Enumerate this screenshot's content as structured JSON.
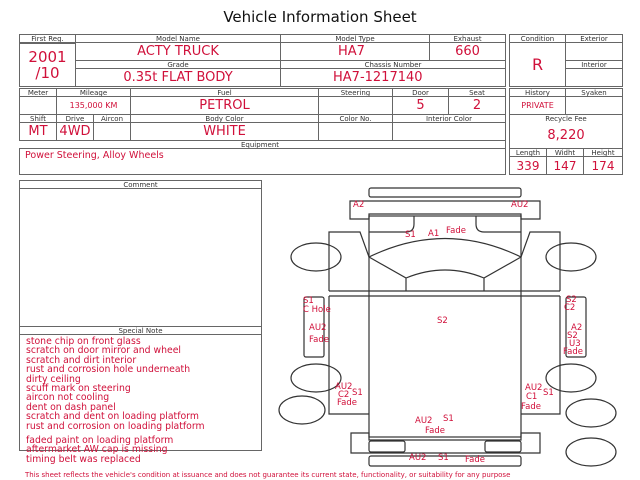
{
  "title": "Vehicle Information Sheet",
  "main": {
    "first_reg": {
      "label": "First Reg.",
      "value_line1": "2001",
      "value_line2": "/10"
    },
    "model_name": {
      "label": "Model Name",
      "value": "ACTY TRUCK"
    },
    "model_type": {
      "label": "Model Type",
      "value": "HA7"
    },
    "exhaust": {
      "label": "Exhaust",
      "value": "660"
    },
    "grade": {
      "label": "Grade",
      "value": "0.35t FLAT BODY"
    },
    "chassis": {
      "label": "Chassis Number",
      "value": "HA7-1217140"
    },
    "meter": {
      "label": "Meter",
      "value": ""
    },
    "mileage": {
      "label": "Mileage",
      "value": "135,000 KM"
    },
    "fuel": {
      "label": "Fuel",
      "value": "PETROL"
    },
    "steering": {
      "label": "Steering",
      "value": ""
    },
    "door": {
      "label": "Door",
      "value": "5"
    },
    "seat": {
      "label": "Seat",
      "value": "2"
    },
    "shift": {
      "label": "Shift",
      "value": "MT"
    },
    "drive": {
      "label": "Drive",
      "value": "4WD"
    },
    "aircon": {
      "label": "Aircon",
      "value": ""
    },
    "body_color": {
      "label": "Body Color",
      "value": "WHITE"
    },
    "color_no": {
      "label": "Color No.",
      "value": ""
    },
    "interior_color": {
      "label": "Interior Color",
      "value": ""
    },
    "equipment": {
      "label": "Equipment",
      "value": "Power Steering, Alloy Wheels"
    }
  },
  "side": {
    "condition": {
      "label": "Condition",
      "value": "R"
    },
    "exterior": {
      "label": "Exterior",
      "value": ""
    },
    "interior": {
      "label": "Interior",
      "value": ""
    },
    "history": {
      "label": "History",
      "value": "PRIVATE"
    },
    "syaken": {
      "label": "Syaken",
      "value": ""
    },
    "recycle_fee": {
      "label": "Recycle Fee",
      "value": "8,220"
    },
    "length": {
      "label": "Length",
      "value": "339"
    },
    "width": {
      "label": "Widht",
      "value": "147"
    },
    "height": {
      "label": "Height",
      "value": "174"
    }
  },
  "comment": {
    "label": "Comment"
  },
  "special_note": {
    "label": "Special Note",
    "items": [
      "stone chip on front glass",
      "scratch on door mirror and wheel",
      "scratch and dirt interior",
      "rust and corrosion hole underneath",
      "dirty ceiling",
      "scuff mark on steering",
      "aircon not cooling",
      "dent on dash panel",
      "scratch and dent on loading platform",
      "rust and corrosion on loading platform",
      "",
      "faded paint on loading platform",
      "aftermarket AW cap is missing",
      "timing belt was replaced"
    ]
  },
  "diagram_marks": [
    "A2",
    "AU2",
    "S1",
    "A1",
    "Fade",
    "S1",
    "C Hole",
    "AU2",
    "Fade",
    "S2",
    "S2",
    "C2",
    "A2",
    "S2",
    "U3",
    "Fade",
    "AU2",
    "C2",
    "S1",
    "Fade",
    "AU2",
    "S1",
    "C1",
    "Fade",
    "AU2",
    "S1",
    "Fade",
    "AU2",
    "S1",
    "Fade"
  ],
  "footer": "This sheet reflects the vehicle's condition at issuance and does not guarantee its current state, functionality, or suitability for any purpose",
  "colors": {
    "accent": "#d0103a",
    "border": "#666666"
  }
}
